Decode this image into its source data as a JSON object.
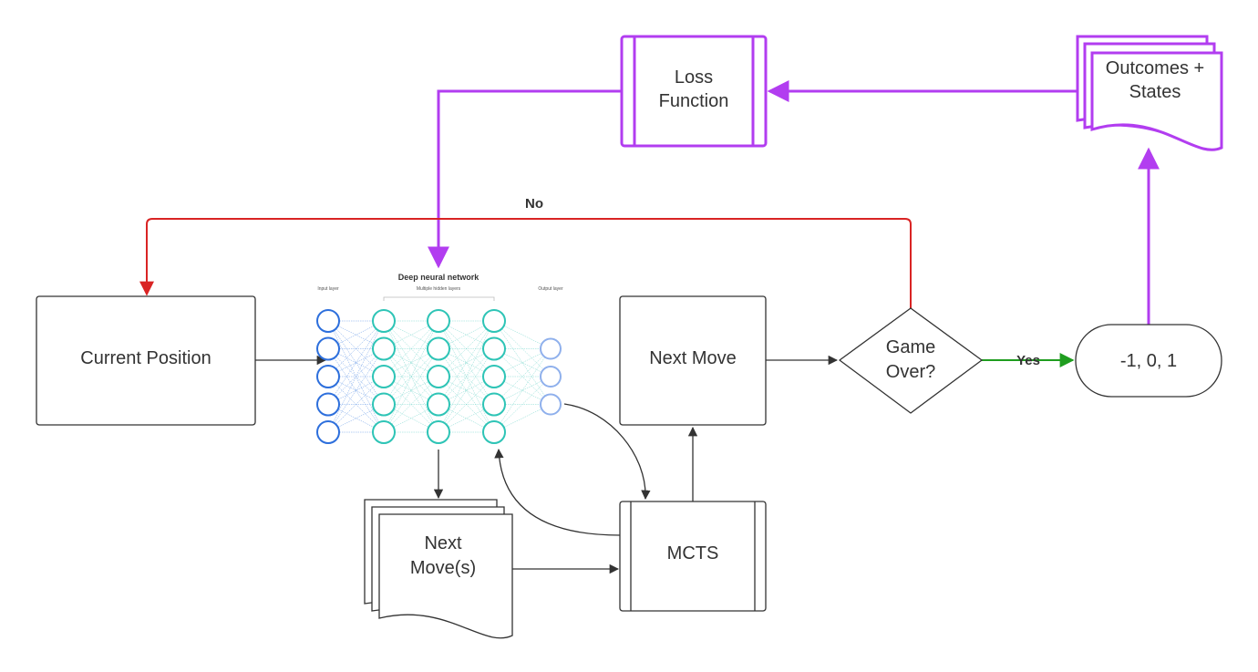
{
  "colors": {
    "black_edge": "#333333",
    "purple": "#b23df0",
    "red": "#d92424",
    "green": "#1f9d1f",
    "input_node": "#2d6fdc",
    "hidden_node": "#2ec4b6",
    "output_node": "#8fb0ec"
  },
  "nodes": {
    "current_position": "Current Position",
    "next_move": "Next Move",
    "game_over_line1": "Game",
    "game_over_line2": "Over?",
    "terminal_value": "-1, 0, 1",
    "next_moves_line1": "Next",
    "next_moves_line2": "Move(s)",
    "mcts": "MCTS",
    "loss_line1": "Loss",
    "loss_line2": "Function",
    "outcomes_line1": "Outcomes +",
    "outcomes_line2": "States"
  },
  "edge_labels": {
    "no": "No",
    "yes": "Yes"
  },
  "neural_net": {
    "title": "Deep neural network",
    "input_label": "Input layer",
    "hidden_label": "Multiple hidden layers",
    "output_label": "Output layer",
    "layer_sizes": [
      5,
      5,
      5,
      5,
      3
    ],
    "icon": "neural-network-diagram"
  }
}
